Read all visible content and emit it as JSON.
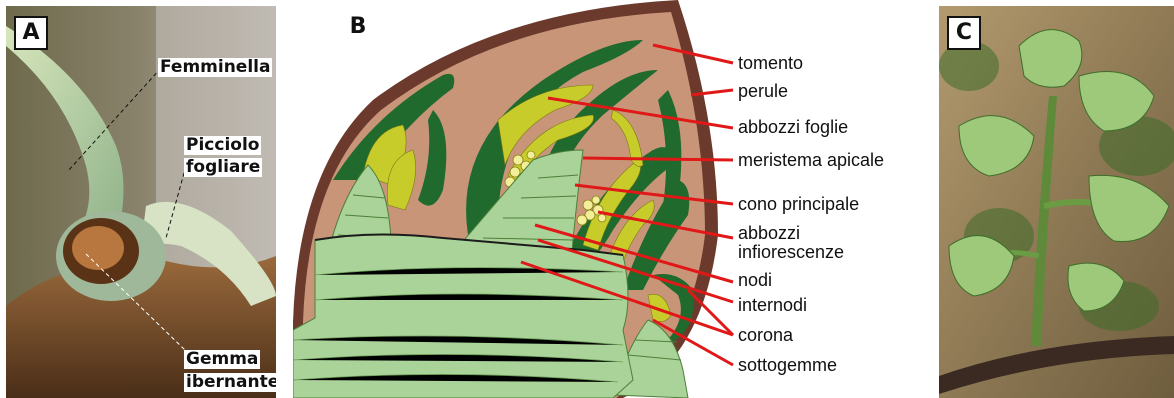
{
  "panel_a": {
    "tag": "A",
    "labels": {
      "femminella": "Femminella",
      "picciolo_1": "Picciolo",
      "picciolo_2": "fogliare",
      "gemma_1": "Gemma",
      "gemma_2": "ibernante"
    }
  },
  "panel_b": {
    "tag": "B",
    "labels": {
      "tomento": "tomento",
      "perule": "perule",
      "abbozzi_foglie": "abbozzi foglie",
      "meristema": "meristema apicale",
      "cono": "cono principale",
      "abbozzi_infl_1": "abbozzi",
      "abbozzi_infl_2": "infiorescenze",
      "nodi": "nodi",
      "internodi": "internodi",
      "corona": "corona",
      "sottogemme": "sottogemme"
    },
    "colors": {
      "outer": "#6b3a2c",
      "tomento": "#c99579",
      "leaf_dark": "#1f6a2c",
      "leaf_light": "#c8cc2a",
      "cone": "#a9d398",
      "leader": "#e01818"
    }
  },
  "panel_c": {
    "tag": "C"
  }
}
